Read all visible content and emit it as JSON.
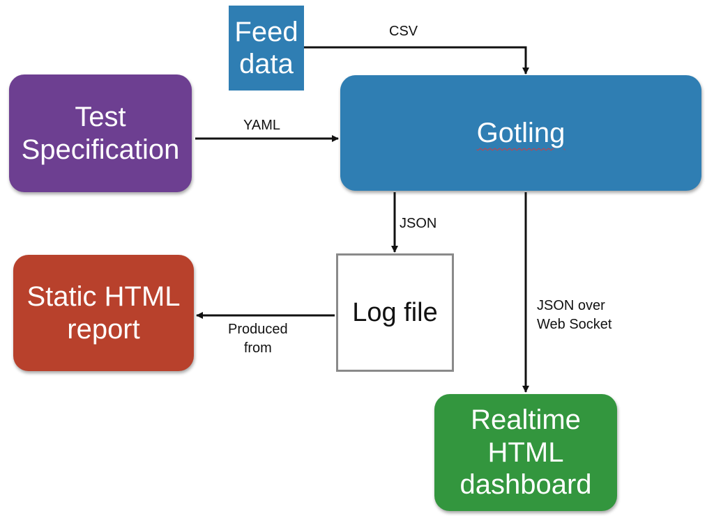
{
  "nodes": {
    "feed": {
      "lines": [
        "Feed",
        "data"
      ],
      "color": "#2f7eb3"
    },
    "spec": {
      "lines": [
        "Test",
        "Specification"
      ],
      "color": "#6d3f91"
    },
    "gotling": {
      "lines": [
        "Gotling"
      ],
      "color": "#2f7eb3"
    },
    "report": {
      "lines": [
        "Static HTML",
        "report"
      ],
      "color": "#b8412c"
    },
    "log": {
      "lines": [
        "Log file"
      ],
      "color": "#ffffff"
    },
    "dashboard": {
      "lines": [
        "Realtime",
        "HTML",
        "dashboard"
      ],
      "color": "#33963e"
    }
  },
  "edges": {
    "csv": {
      "lines": [
        "CSV"
      ]
    },
    "yaml": {
      "lines": [
        "YAML"
      ]
    },
    "json_log": {
      "lines": [
        "JSON"
      ]
    },
    "json_ws": {
      "lines": [
        "JSON over",
        "Web Socket"
      ]
    },
    "produced": {
      "lines": [
        "Produced",
        "from"
      ]
    }
  }
}
